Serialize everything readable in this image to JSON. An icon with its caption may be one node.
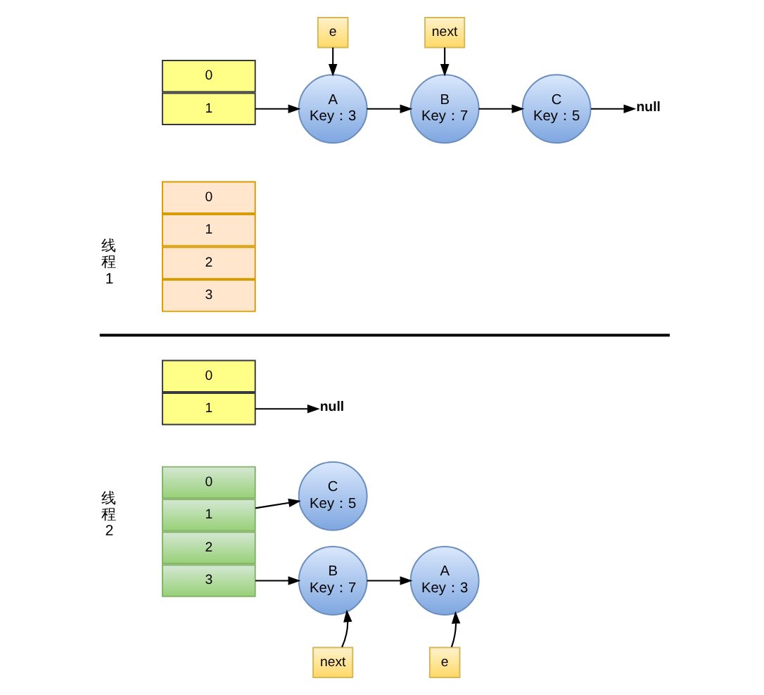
{
  "diagram": {
    "nodes": [
      {
        "text": [
          "e"
        ]
      },
      {
        "text": [
          "next"
        ]
      },
      {
        "text": [
          "0"
        ]
      },
      {
        "text": [
          "1"
        ]
      },
      {
        "text": [
          "A",
          "Key：3"
        ]
      },
      {
        "text": [
          "B",
          "Key：7"
        ]
      },
      {
        "text": [
          "C",
          "Key：5"
        ]
      },
      {
        "text": [
          "null"
        ]
      },
      {
        "text": [
          "0"
        ]
      },
      {
        "text": [
          "1"
        ]
      },
      {
        "text": [
          "2"
        ]
      },
      {
        "text": [
          "3"
        ]
      },
      {
        "text": [
          "0"
        ]
      },
      {
        "text": [
          "1"
        ]
      },
      {
        "text": [
          "null"
        ]
      },
      {
        "text": [
          "0"
        ]
      },
      {
        "text": [
          "1"
        ]
      },
      {
        "text": [
          "2"
        ]
      },
      {
        "text": [
          "3"
        ]
      },
      {
        "text": [
          "C",
          "Key：5"
        ]
      },
      {
        "text": [
          "B",
          "Key：7"
        ]
      },
      {
        "text": [
          "A",
          "Key：3"
        ]
      },
      {
        "text": [
          "next"
        ]
      },
      {
        "text": [
          "e"
        ]
      }
    ],
    "edges": [
      {
        "from": 0,
        "to": 4,
        "arrow": "to"
      },
      {
        "from": 1,
        "to": 5,
        "arrow": "to"
      },
      {
        "from": 3,
        "to": 4,
        "arrow": "to"
      },
      {
        "from": 4,
        "to": 5,
        "arrow": "to"
      },
      {
        "from": 5,
        "to": 6,
        "arrow": "to"
      },
      {
        "from": 6,
        "to": 7,
        "arrow": "to"
      },
      {
        "from": 13,
        "to": 14,
        "arrow": "to"
      },
      {
        "from": 16,
        "to": 19,
        "arrow": "to"
      },
      {
        "from": 18,
        "to": 20,
        "arrow": "to"
      },
      {
        "from": 20,
        "to": 21,
        "arrow": "to"
      },
      {
        "from": 22,
        "to": 20,
        "arrow": "to"
      },
      {
        "from": 23,
        "to": 21,
        "arrow": "to"
      }
    ],
    "labels": [
      "线程1",
      "线程2"
    ]
  }
}
